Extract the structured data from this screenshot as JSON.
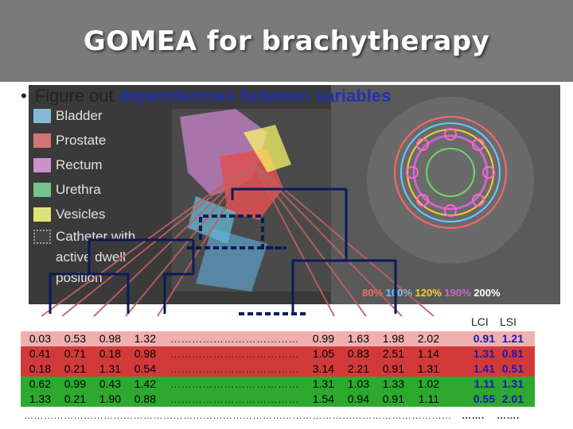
{
  "slide": {
    "title": "GOMEA for brachytherapy",
    "bullet_prefix": "Figure out ",
    "bullet_highlight": "dependencies between variables"
  },
  "legend": [
    {
      "label": "Bladder",
      "color": "#8fd3ef"
    },
    {
      "label": "Prostate",
      "color": "#f08080"
    },
    {
      "label": "Rectum",
      "color": "#e6a0e6"
    },
    {
      "label": "Urethra",
      "color": "#7ddc9a"
    },
    {
      "label": "Vesicles",
      "color": "#ffff88"
    },
    {
      "label": "Catheter with active dwell position",
      "color": "#444444"
    }
  ],
  "isodose": [
    {
      "label": "80%",
      "color": "#ff6666"
    },
    {
      "label": "100%",
      "color": "#66ccff"
    },
    {
      "label": "120%",
      "color": "#ffcc33"
    },
    {
      "label": "190%",
      "color": "#cc66cc"
    },
    {
      "label": "200%",
      "color": "#ffffff"
    }
  ],
  "table": {
    "left_rows": [
      [
        "0.03",
        "0.53",
        "0.98",
        "1.32"
      ],
      [
        "0.41",
        "0.71",
        "0.18",
        "0.98"
      ],
      [
        "0.18",
        "0.21",
        "1.31",
        "0.54"
      ],
      [
        "0.62",
        "0.99",
        "0.43",
        "1.42"
      ],
      [
        "1.33",
        "0.21",
        "1.90",
        "0.88"
      ]
    ],
    "right_rows": [
      [
        "0.99",
        "1.63",
        "1.98",
        "2.02"
      ],
      [
        "1.05",
        "0.83",
        "2.51",
        "1.14"
      ],
      [
        "3.14",
        "2.21",
        "0.91",
        "1.31"
      ],
      [
        "1.31",
        "1.03",
        "1.33",
        "1.02"
      ],
      [
        "1.54",
        "0.94",
        "0.91",
        "1.11"
      ]
    ],
    "lci_header": "LCI",
    "lsi_header": "LSI",
    "lci": [
      "0.91",
      "1.31",
      "1.41",
      "1.11",
      "0.55"
    ],
    "lsi": [
      "1.21",
      "0.81",
      "0.51",
      "1.31",
      "2.01"
    ],
    "mid_dots": "………………………………",
    "bottom_dots": "…………………………………………………………………………………………………………………",
    "lci_dots": "…….",
    "lsi_dots": "…….",
    "row_colors": [
      "#f0b0b0",
      "#d23a3a",
      "#d23a3a",
      "#2ea82e",
      "#2ea82e"
    ]
  }
}
